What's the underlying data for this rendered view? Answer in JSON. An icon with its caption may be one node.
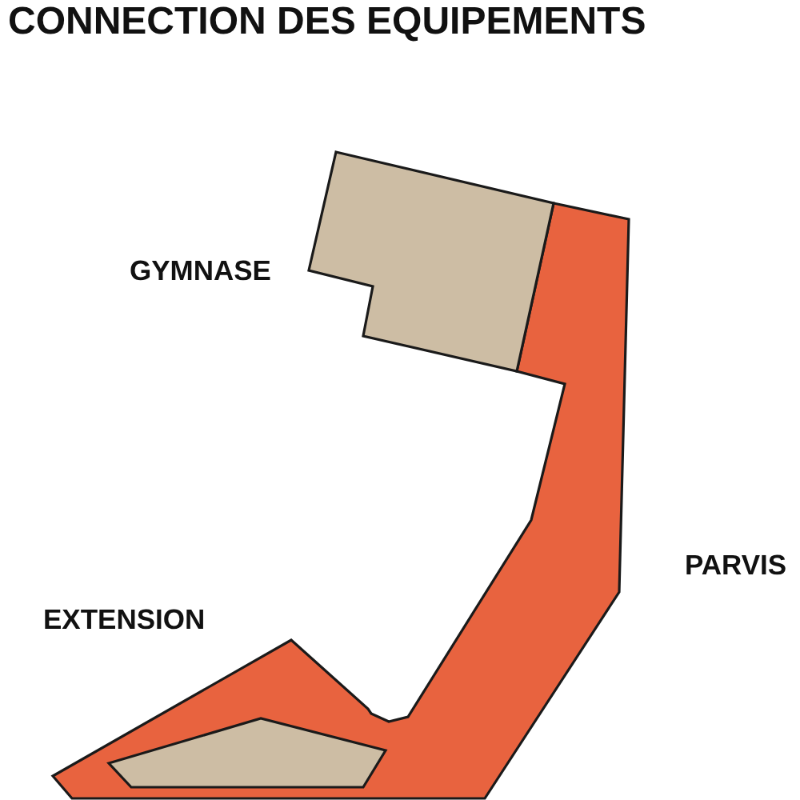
{
  "diagram": {
    "title": "CONNECTION DES EQUIPEMENTS",
    "labels": [
      "GYMNASE",
      "PARVIS",
      "EXTENSION"
    ]
  }
}
